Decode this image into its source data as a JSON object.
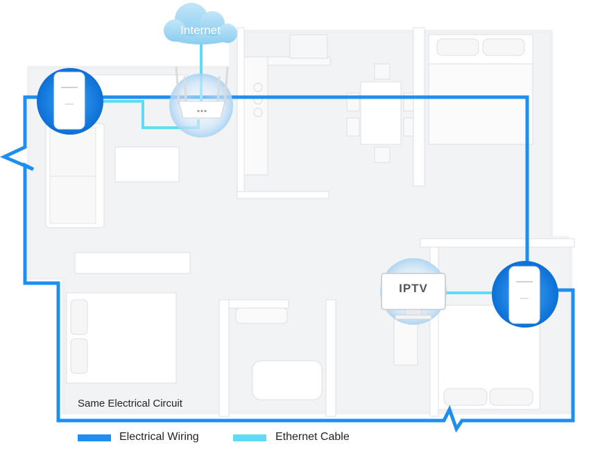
{
  "labels": {
    "internet": "Internet",
    "iptv": "IPTV",
    "circuit": "Same Electrical Circuit"
  },
  "legend": {
    "electrical_wiring": "Electrical Wiring",
    "ethernet_cable": "Ethernet Cable"
  },
  "colors": {
    "electrical_wiring": "#1e8ff0",
    "ethernet_cable": "#5fdcf5",
    "cloud": "#a8dcf5",
    "floor": "#f0f1f3",
    "wall": "#ffffff"
  }
}
